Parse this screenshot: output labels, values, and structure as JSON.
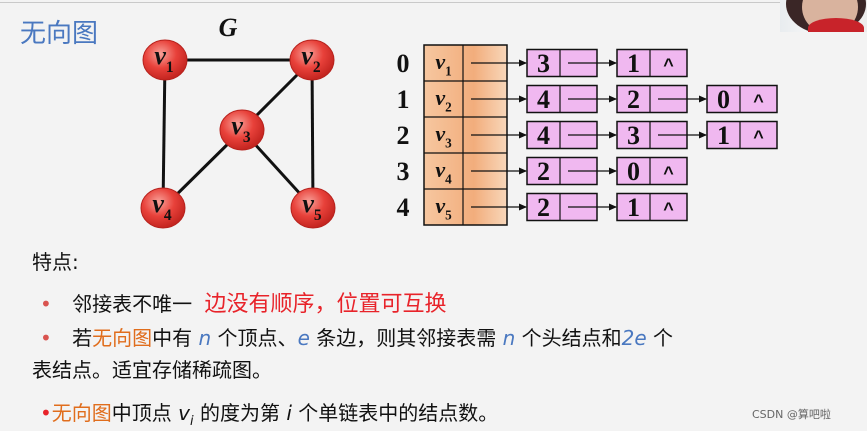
{
  "title": "无向图",
  "graph": {
    "label": "G",
    "vertices": [
      {
        "name": "v",
        "sub": "1"
      },
      {
        "name": "v",
        "sub": "2"
      },
      {
        "name": "v",
        "sub": "3"
      },
      {
        "name": "v",
        "sub": "4"
      },
      {
        "name": "v",
        "sub": "5"
      }
    ],
    "edges": [
      [
        "v1",
        "v2"
      ],
      [
        "v1",
        "v4"
      ],
      [
        "v2",
        "v3"
      ],
      [
        "v2",
        "v5"
      ],
      [
        "v3",
        "v4"
      ],
      [
        "v3",
        "v5"
      ]
    ],
    "node_color": "#e8413a"
  },
  "adjacency_list": {
    "indices": [
      "0",
      "1",
      "2",
      "3",
      "4"
    ],
    "heads": [
      {
        "name": "v",
        "sub": "1"
      },
      {
        "name": "v",
        "sub": "2"
      },
      {
        "name": "v",
        "sub": "3"
      },
      {
        "name": "v",
        "sub": "4"
      },
      {
        "name": "v",
        "sub": "5"
      }
    ],
    "lists": [
      [
        "3",
        "1"
      ],
      [
        "4",
        "2",
        "0"
      ],
      [
        "4",
        "3",
        "1"
      ],
      [
        "2",
        "0"
      ],
      [
        "2",
        "1"
      ]
    ],
    "null_symbol": "^",
    "head_color": "#f4b184",
    "node_color": "#f0b8f0"
  },
  "features": {
    "heading": "特点:",
    "bullet1": {
      "dot": "•",
      "text": "邻接表不唯一",
      "note": "边没有顺序，位置可互换"
    },
    "bullet2": {
      "dot": "•",
      "p1": "若",
      "hl1": "无向图",
      "p2": "中有 ",
      "var_n": "n",
      "p3": " 个顶点、",
      "var_e": "e",
      "p4": " 条边，则其邻接表需 ",
      "var_n2": "n",
      "p5": " 个头结点和",
      "var_2e": "2e",
      "p6": " 个",
      "line2": "表结点。适宜存储稀疏图。"
    },
    "bullet3": {
      "dot": "•",
      "hl": "无向图",
      "p1": "中顶点 ",
      "var_v": "v",
      "var_i": "i",
      "p2": " 的度为第 ",
      "var_i2": "i",
      "p3": " 个单链表中的结点数。"
    }
  },
  "watermark": "CSDN @算吧啦"
}
